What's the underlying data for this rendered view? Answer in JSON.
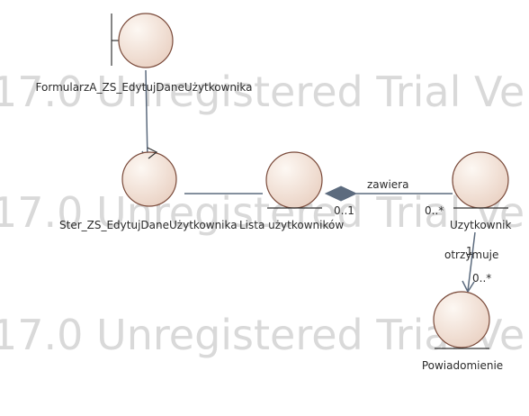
{
  "watermark": {
    "line1": "17.0 Unregistered Trial Ve",
    "line2": "17.0 Unregistered Trial Ve",
    "line3": "17.0 Unregistered Trial Ve"
  },
  "nodes": {
    "boundary": "FormularzA_ZS_EdytujDaneUżytkownika",
    "control": "Ster_ZS_EdytujDaneUżytkownika",
    "list_entity": "Lista użytkowników",
    "user_entity": "Uzytkownik",
    "notification_entity": "Powiadomienie"
  },
  "associations": {
    "contains_label": "zawiera",
    "contains_mult_list": "0..1",
    "contains_mult_user": "0..*",
    "receives_label": "otrzymuje",
    "receives_mult_user": "1",
    "receives_mult_notification": "0..*"
  },
  "colors": {
    "fill_light": "#fdf8f3",
    "fill_dark": "#ead2c4",
    "stroke": "#7a4a3a",
    "connector": "#5c6b7e"
  }
}
